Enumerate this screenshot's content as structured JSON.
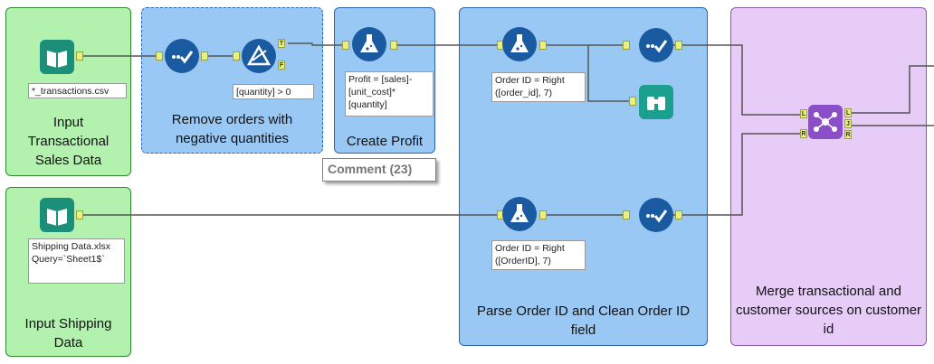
{
  "containers": {
    "input_transactional": "Input Transactional Sales Data",
    "input_shipping": "Input Shipping Data",
    "remove_orders": "Remove orders with negative quantities",
    "create_profit": "Create Profit",
    "parse_order": "Parse Order ID and Clean Order ID field",
    "merge": "Merge transactional and customer sources on customer id"
  },
  "annotations": {
    "transactions_file": "*_transactions.csv",
    "shipping_file": "Shipping Data.xlsx Query=`Sheet1$`",
    "filter_expr": "[quantity] > 0",
    "profit_formula": "Profit = [sales]-[unit_cost]*[quantity]",
    "order_id_top": "Order ID = Right ([order_id], 7)",
    "order_id_bottom": "Order ID = Right ([OrderID], 7)"
  },
  "comment": "Comment (23)",
  "anchors": {
    "T": "T",
    "F": "F",
    "L": "L",
    "J": "J",
    "R": "R"
  },
  "icons": {
    "input_data": "book-icon",
    "select": "checkmark-dots-icon",
    "filter": "filter-triangle-icon",
    "formula": "flask-icon",
    "browse": "binoculars-icon",
    "join": "network-join-icon"
  }
}
